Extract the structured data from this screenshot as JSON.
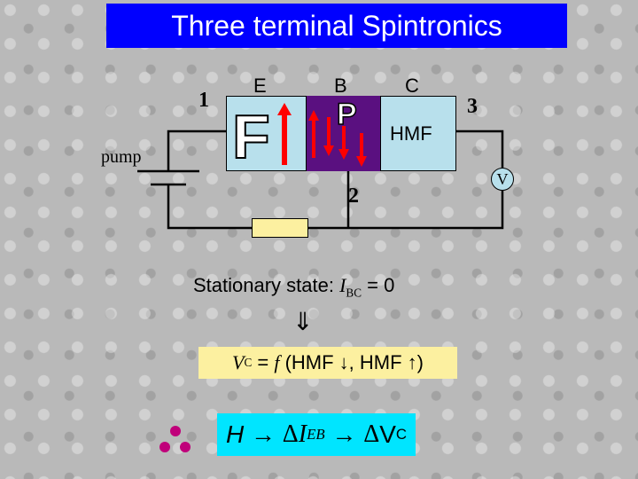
{
  "title": "Three terminal Spintronics",
  "terminals": {
    "t1": "1",
    "t2": "2",
    "t3": "3"
  },
  "electrodes": {
    "emitter": "E",
    "base": "B",
    "collector": "C"
  },
  "layers": {
    "ferromagnet": "F",
    "paramagnet": "P",
    "half_metal": "HMF"
  },
  "circuit": {
    "pump_label": "pump",
    "voltmeter_label": "V"
  },
  "stationary": {
    "prefix": "Stationary state: ",
    "var": "I",
    "sub": "BC",
    "suffix": " = 0"
  },
  "implies": "⇓",
  "vc_equation": {
    "var": "V",
    "sub": "C",
    "eq": " = ",
    "func": "f",
    "rest": " (HMF ↓, HMF ↑)"
  },
  "h_relation": {
    "h": "H",
    "arrow1": " → ",
    "delta1": "Δ",
    "var": "I",
    "sub": "EB",
    "arrow2": " → ",
    "delta2": "Δ",
    "v": "V",
    "vsub": "C"
  },
  "colors": {
    "title_bg": "#0000ff",
    "device": "#b8e0ec",
    "base_layer": "#5a1080",
    "arrow": "#ff0000",
    "resistor": "#fcf0a0",
    "h_box": "#00e5ff",
    "dots": "#c0007a"
  }
}
